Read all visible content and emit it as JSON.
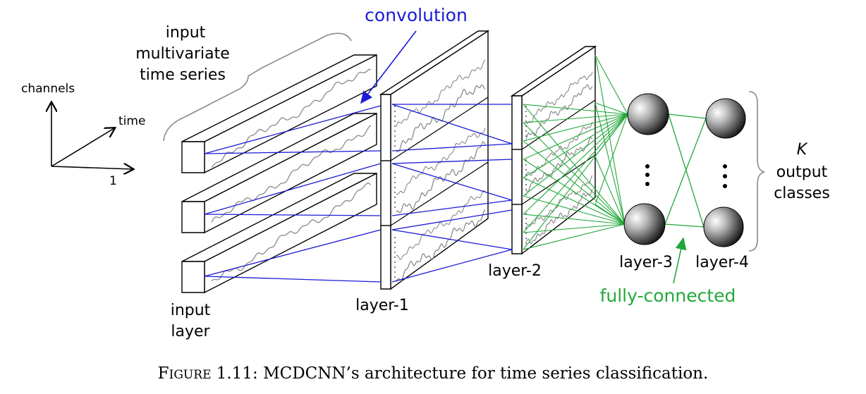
{
  "colors": {
    "convolution": "#1a1ad6",
    "fully_connected": "#22a83a",
    "structure": "#000000",
    "signal": "#8a8a8a"
  },
  "labels": {
    "axis_channels": "channels",
    "axis_time": "time",
    "axis_one": "1",
    "input_series": [
      "input",
      "multivariate",
      "time series"
    ],
    "convolution": "convolution",
    "input_layer": [
      "input",
      "layer"
    ],
    "layer1": "layer-1",
    "layer2": "layer-2",
    "layer3": "layer-3",
    "layer4": "layer-4",
    "fully_connected": "fully-connected",
    "k": "K",
    "output_classes": [
      "output",
      "classes"
    ]
  },
  "caption": {
    "first_letter": "F",
    "smallcaps": "IGURE",
    "rest": " 1.11: MCDCNN’s architecture for time series classification."
  }
}
